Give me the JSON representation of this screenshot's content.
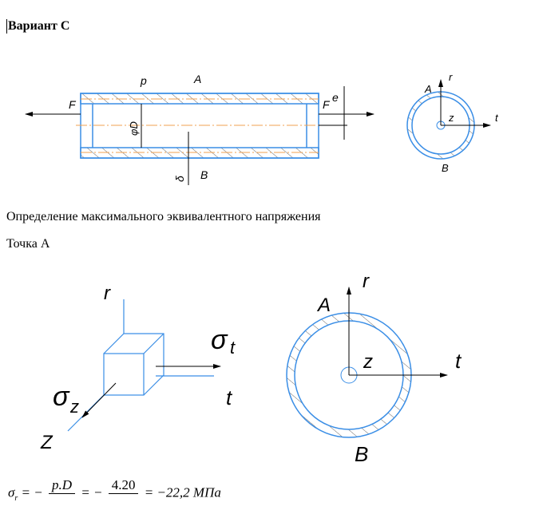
{
  "heading": "Вариант С",
  "section_title": "Определение максимального эквивалентного напряжения",
  "point_label": "Точка А",
  "drawing1": {
    "labels": {
      "p": "p",
      "A": "A",
      "F_left": "F",
      "F_right": "F",
      "e": "e",
      "D": "φD",
      "delta": "δ",
      "B": "B"
    }
  },
  "drawing2": {
    "labels": {
      "A": "A",
      "r": "r",
      "z": "z",
      "t": "t",
      "B": "B"
    }
  },
  "element": {
    "labels": {
      "r": "r",
      "sigma_t": "σ",
      "sigma_t_sub": "t",
      "t": "t",
      "sigma_z": "σ",
      "sigma_z_sub": "z",
      "z": "Z"
    }
  },
  "section": {
    "labels": {
      "A": "A",
      "r": "r",
      "z": "z",
      "t": "t",
      "B": "B"
    }
  },
  "formula": {
    "lhs": "σ",
    "lhs_sub": "r",
    "eq1": "= −",
    "num1": "p.D",
    "eq2": "= −",
    "num2": "4.20",
    "result": "= −22,2 МПа"
  },
  "colors": {
    "outline": "#3a8ee6",
    "axis": "#f0a050"
  }
}
